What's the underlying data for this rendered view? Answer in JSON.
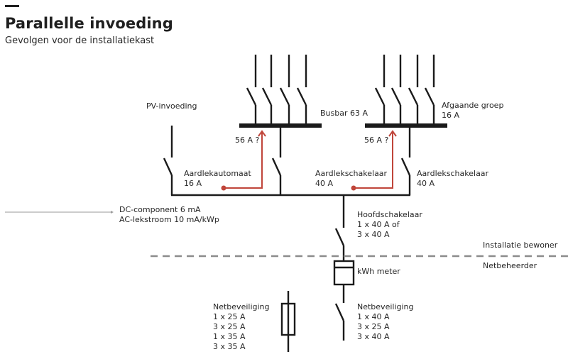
{
  "header": {
    "title": "Parallelle invoeding",
    "subtitle": "Gevolgen voor de installatiekast"
  },
  "colors": {
    "line": "#1a1a1a",
    "accent_red": "#c0453a",
    "divider": "#8c8c8c",
    "pointer": "#9a9a9a"
  },
  "labels": {
    "pv_invoeding": "PV-invoeding",
    "busbar": "Busbar 63 A",
    "afgaande_groep": [
      "Afgaande groep",
      "16 A"
    ],
    "flow_left": "56 A ?",
    "flow_right": "56 A ?",
    "aardlekautomaat": [
      "Aardlekautomaat",
      "16 A"
    ],
    "aardlekschakelaar_mid": [
      "Aardlekschakelaar",
      "40 A"
    ],
    "aardlekschakelaar_right": [
      "Aardlekschakelaar",
      "40 A"
    ],
    "dc_ac": [
      "DC-component 6 mA",
      "AC-lekstroom 10 mA/kWp"
    ],
    "hoofdschakelaar": [
      "Hoofdschakelaar",
      "1 x 40 A of",
      "3 x 40 A"
    ],
    "installatie_bewoner": "Installatie bewoner",
    "netbeheerder": "Netbeheerder",
    "kwh_meter": "kWh meter",
    "netbeveiliging_fuse": [
      "Netbeveiliging",
      "1 x 25 A",
      "3 x 25 A",
      "1 x 35 A",
      "3 x 35 A"
    ],
    "netbeveiliging_switch": [
      "Netbeveiliging",
      "1 x 40 A",
      "3 x 25 A",
      "3 x 40 A"
    ]
  }
}
